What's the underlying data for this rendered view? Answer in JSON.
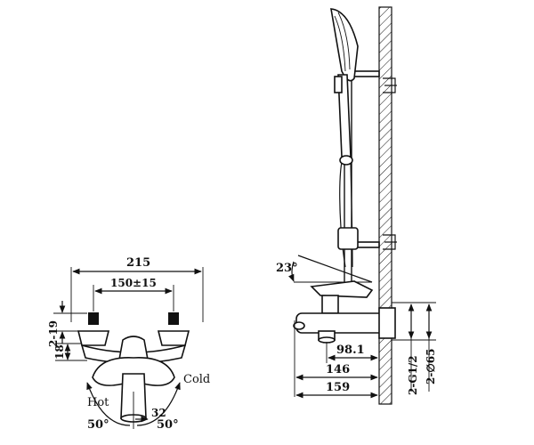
{
  "front_view": {
    "dimensions": {
      "overall_width": "215",
      "inlet_spacing": "150±15",
      "inlet_height": "2-19",
      "body_height": "18",
      "spout_offset": "32",
      "angle_left": "50°",
      "angle_right": "50°"
    },
    "labels": {
      "hot": "Hot",
      "cold": "Cold"
    }
  },
  "side_view": {
    "dimensions": {
      "tilt_angle": "23°",
      "spout_reach_1": "98.1",
      "spout_reach_2": "146",
      "total_depth": "159",
      "thread": "2-G1/2",
      "flange_diameter": "2-∅65"
    }
  }
}
